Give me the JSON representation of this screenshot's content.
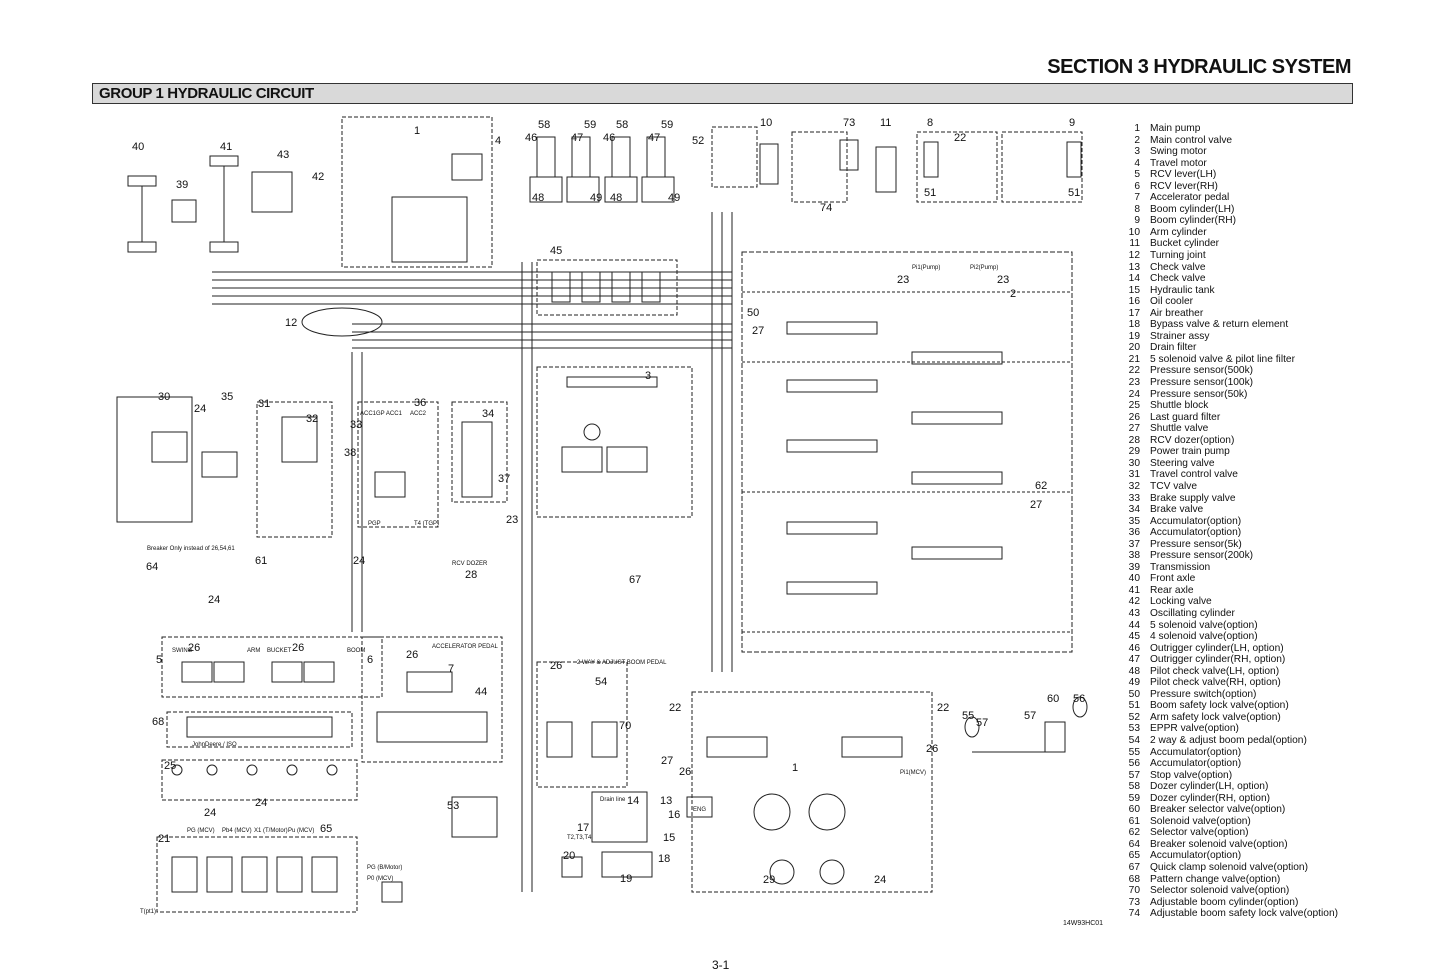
{
  "header": {
    "section_title": "SECTION 3 HYDRAULIC SYSTEM",
    "group_title": "GROUP 1 HYDRAULIC CIRCUIT"
  },
  "diagram": {
    "callouts": [
      "40",
      "41",
      "43",
      "42",
      "39",
      "58",
      "46",
      "59",
      "47",
      "58",
      "46",
      "59",
      "47",
      "52",
      "10",
      "73",
      "11",
      "8",
      "22",
      "9",
      "4",
      "1",
      "45",
      "48",
      "49",
      "48",
      "49",
      "74",
      "51",
      "51",
      "23",
      "23",
      "2",
      "12",
      "50",
      "27",
      "3",
      "30",
      "35",
      "31",
      "32",
      "24",
      "36",
      "33",
      "34",
      "38",
      "37",
      "23",
      "62",
      "27",
      "64",
      "24",
      "61",
      "24",
      "28",
      "67",
      "5",
      "26",
      "26",
      "6",
      "26",
      "7",
      "44",
      "68",
      "22",
      "22",
      "55",
      "57",
      "57",
      "60",
      "56",
      "26",
      "54",
      "70",
      "27",
      "26",
      "1",
      "26",
      "25",
      "24",
      "24",
      "53",
      "14",
      "13",
      "16",
      "15",
      "18",
      "20",
      "19",
      "17",
      "21",
      "65",
      "29",
      "24"
    ],
    "labels": {
      "pump_pumpin1": "Pi1(Pump)",
      "pump_pumpin2": "Pi2(Pump)",
      "rcv_dozer": "RCV DOZER",
      "accelerator_pedal": "ACCELERATOR PEDAL",
      "boom_pedal": "2 WAY & ADJUST BOOM PEDAL",
      "breaker_note": "Breaker Only instead of 26,54,61",
      "swing": "SWING",
      "arm": "ARM",
      "bucket": "BUCKET",
      "boom": "BOOM",
      "pattern": "JohnDeere / ISO",
      "engine": "ENG",
      "drain_line": "Drain line",
      "t_ports": "T2,T3,T4",
      "pg_bmotor": "PG (B/Motor)",
      "p0_mcv": "P0 (MCV)",
      "pressure_pb4": "Pb4 (MCV)",
      "x1_tmotor": "X1 (T/Motor)",
      "pu_mcv": "Pu (MCV)",
      "pg_mcv": "PG (MCV)",
      "pp_mcv": "Pi1(MCV)",
      "t_pt1": "T(pt1)",
      "accgp_accs": "ACC1GP ACC1",
      "acc2": "ACC2",
      "pgp": "PGP",
      "t4_tgp": "T4 (TGP)"
    }
  },
  "legend": [
    {
      "num": "1",
      "text": "Main pump"
    },
    {
      "num": "2",
      "text": "Main control valve"
    },
    {
      "num": "3",
      "text": "Swing motor"
    },
    {
      "num": "4",
      "text": "Travel motor"
    },
    {
      "num": "5",
      "text": "RCV lever(LH)"
    },
    {
      "num": "6",
      "text": "RCV lever(RH)"
    },
    {
      "num": "7",
      "text": "Accelerator pedal"
    },
    {
      "num": "8",
      "text": "Boom cylinder(LH)"
    },
    {
      "num": "9",
      "text": "Boom cylinder(RH)"
    },
    {
      "num": "10",
      "text": "Arm cylinder"
    },
    {
      "num": "11",
      "text": "Bucket cylinder"
    },
    {
      "num": "12",
      "text": "Turning joint"
    },
    {
      "num": "13",
      "text": "Check valve"
    },
    {
      "num": "14",
      "text": "Check valve"
    },
    {
      "num": "15",
      "text": "Hydraulic tank"
    },
    {
      "num": "16",
      "text": "Oil cooler"
    },
    {
      "num": "17",
      "text": "Air breather"
    },
    {
      "num": "18",
      "text": "Bypass valve & return element"
    },
    {
      "num": "19",
      "text": "Strainer assy"
    },
    {
      "num": "20",
      "text": "Drain filter"
    },
    {
      "num": "21",
      "text": "5 solenoid valve & pilot line filter"
    },
    {
      "num": "22",
      "text": "Pressure sensor(500k)"
    },
    {
      "num": "23",
      "text": "Pressure sensor(100k)"
    },
    {
      "num": "24",
      "text": "Pressure sensor(50k)"
    },
    {
      "num": "25",
      "text": "Shuttle block"
    },
    {
      "num": "26",
      "text": "Last guard filter"
    },
    {
      "num": "27",
      "text": "Shuttle valve"
    },
    {
      "num": "28",
      "text": "RCV dozer(option)"
    },
    {
      "num": "29",
      "text": "Power train pump"
    },
    {
      "num": "30",
      "text": "Steering valve"
    },
    {
      "num": "31",
      "text": "Travel control valve"
    },
    {
      "num": "32",
      "text": "TCV valve"
    },
    {
      "num": "33",
      "text": "Brake supply valve"
    },
    {
      "num": "34",
      "text": "Brake valve"
    },
    {
      "num": "35",
      "text": "Accumulator(option)"
    },
    {
      "num": "36",
      "text": "Accumulator(option)"
    },
    {
      "num": "37",
      "text": "Pressure sensor(5k)"
    },
    {
      "num": "38",
      "text": "Pressure sensor(200k)"
    },
    {
      "num": "39",
      "text": "Transmission"
    },
    {
      "num": "40",
      "text": "Front axle"
    },
    {
      "num": "41",
      "text": "Rear axle"
    },
    {
      "num": "42",
      "text": "Locking valve"
    },
    {
      "num": "43",
      "text": "Oscillating cylinder"
    },
    {
      "num": "44",
      "text": "5 solenoid valve(option)"
    },
    {
      "num": "45",
      "text": "4 solenoid valve(option)"
    },
    {
      "num": "46",
      "text": "Outrigger cylinder(LH, option)"
    },
    {
      "num": "47",
      "text": "Outrigger cylinder(RH, option)"
    },
    {
      "num": "48",
      "text": "Pilot check valve(LH, option)"
    },
    {
      "num": "49",
      "text": "Pilot check valve(RH, option)"
    },
    {
      "num": "50",
      "text": "Pressure switch(option)"
    },
    {
      "num": "51",
      "text": "Boom safety lock valve(option)"
    },
    {
      "num": "52",
      "text": "Arm safety lock valve(option)"
    },
    {
      "num": "53",
      "text": "EPPR valve(option)"
    },
    {
      "num": "54",
      "text": "2 way & adjust boom pedal(option)"
    },
    {
      "num": "55",
      "text": "Accumulator(option)"
    },
    {
      "num": "56",
      "text": "Accumulator(option)"
    },
    {
      "num": "57",
      "text": "Stop valve(option)"
    },
    {
      "num": "58",
      "text": "Dozer cylinder(LH, option)"
    },
    {
      "num": "59",
      "text": "Dozer cylinder(RH, option)"
    },
    {
      "num": "60",
      "text": "Breaker selector valve(option)"
    },
    {
      "num": "61",
      "text": "Solenoid valve(option)"
    },
    {
      "num": "62",
      "text": "Selector valve(option)"
    },
    {
      "num": "64",
      "text": "Breaker solenoid valve(option)"
    },
    {
      "num": "65",
      "text": "Accumulator(option)"
    },
    {
      "num": "67",
      "text": "Quick clamp solenoid valve(option)"
    },
    {
      "num": "68",
      "text": "Pattern change valve(option)"
    },
    {
      "num": "70",
      "text": "Selector solenoid valve(option)"
    },
    {
      "num": "73",
      "text": "Adjustable boom cylinder(option)"
    },
    {
      "num": "74",
      "text": "Adjustable boom safety lock valve(option)"
    }
  ],
  "footer": {
    "drawing_id": "14W93HC01",
    "page_number": "3-1"
  }
}
